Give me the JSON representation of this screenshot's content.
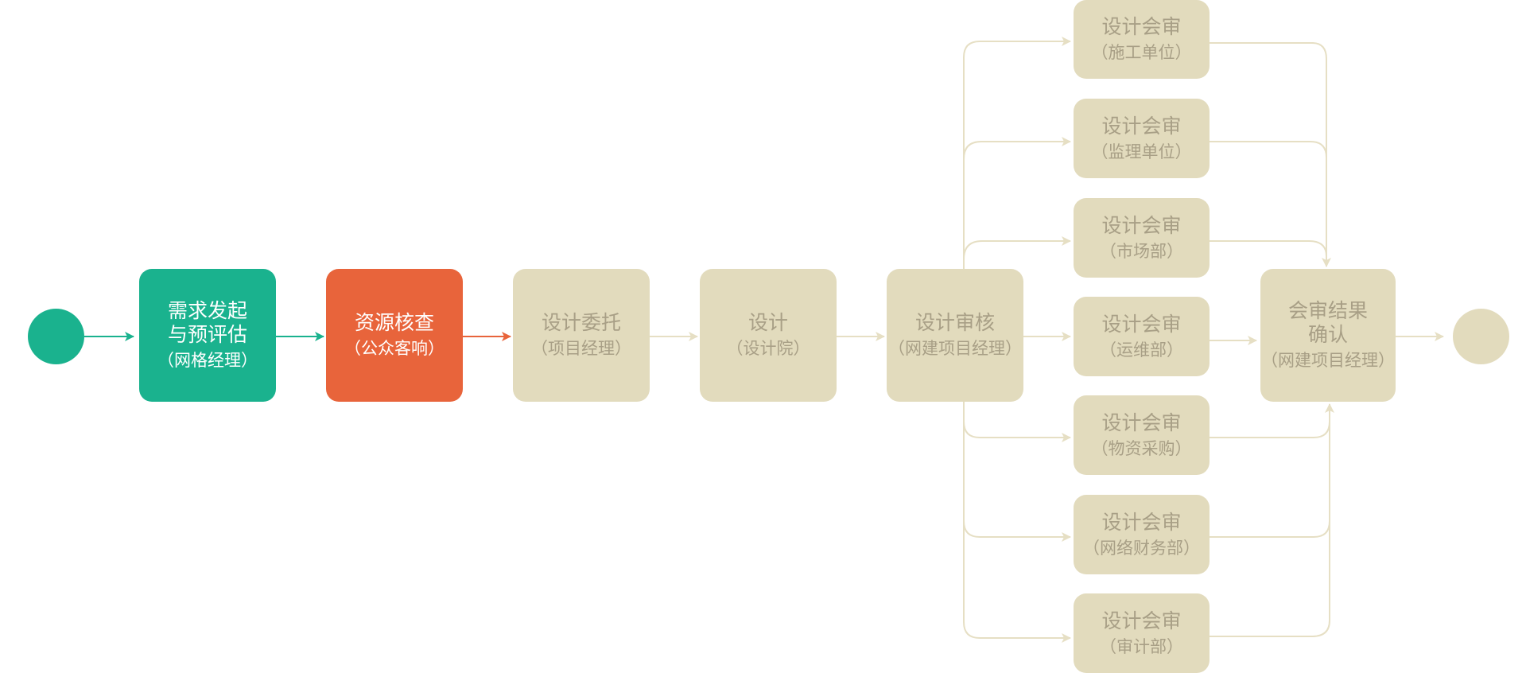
{
  "colors": {
    "green": "#1ab28e",
    "orange": "#e8643b",
    "beige": "#e2dbbd",
    "beige_text": "#a89f86",
    "beige_line": "#e6dfc4"
  },
  "nodes": {
    "initiate": {
      "title1": "需求发起",
      "title2": "与预评估",
      "sub": "（网格经理）"
    },
    "resource": {
      "title": "资源核查",
      "sub": "（公众客响）"
    },
    "commission": {
      "title": "设计委托",
      "sub": "（项目经理）"
    },
    "design": {
      "title": "设计",
      "sub": "（设计院）"
    },
    "review": {
      "title": "设计审核",
      "sub": "（网建项目经理）"
    },
    "joint_reviews": [
      {
        "title": "设计会审",
        "sub": "（施工单位）"
      },
      {
        "title": "设计会审",
        "sub": "（监理单位）"
      },
      {
        "title": "设计会审",
        "sub": "（市场部）"
      },
      {
        "title": "设计会审",
        "sub": "（运维部）"
      },
      {
        "title": "设计会审",
        "sub": "（物资采购）"
      },
      {
        "title": "设计会审",
        "sub": "（网络财务部）"
      },
      {
        "title": "设计会审",
        "sub": "（审计部）"
      }
    ],
    "result": {
      "title1": "会审结果",
      "title2": "确认",
      "sub": "（网建项目经理）"
    }
  }
}
